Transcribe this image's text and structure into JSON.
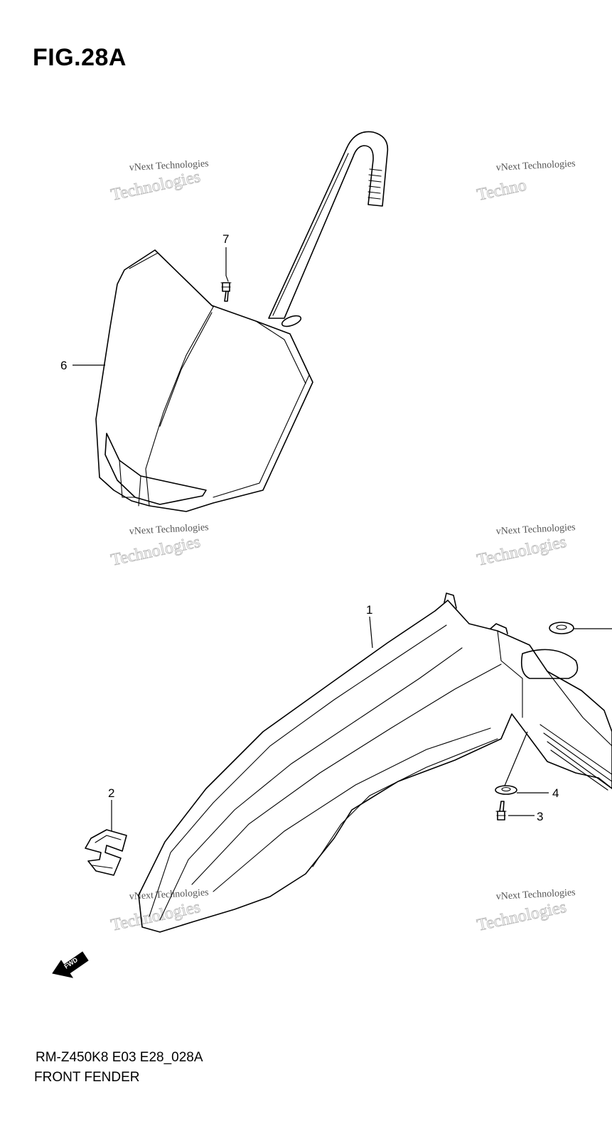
{
  "figure": {
    "title": "FIG.28A",
    "model_code": "RM-Z450K8 E03 E28_028A",
    "section_name": "FRONT FENDER"
  },
  "callouts": [
    {
      "id": "1",
      "label": "1"
    },
    {
      "id": "2",
      "label": "2"
    },
    {
      "id": "3",
      "label": "3"
    },
    {
      "id": "4",
      "label": "4"
    },
    {
      "id": "6",
      "label": "6"
    },
    {
      "id": "7",
      "label": "7"
    }
  ],
  "direction_marker": {
    "label": "FWD",
    "icon": "fwd-arrow-icon"
  },
  "watermark": {
    "line1": "vNext Technologies",
    "line2": "Technologies",
    "line2_partial": "Techno"
  }
}
